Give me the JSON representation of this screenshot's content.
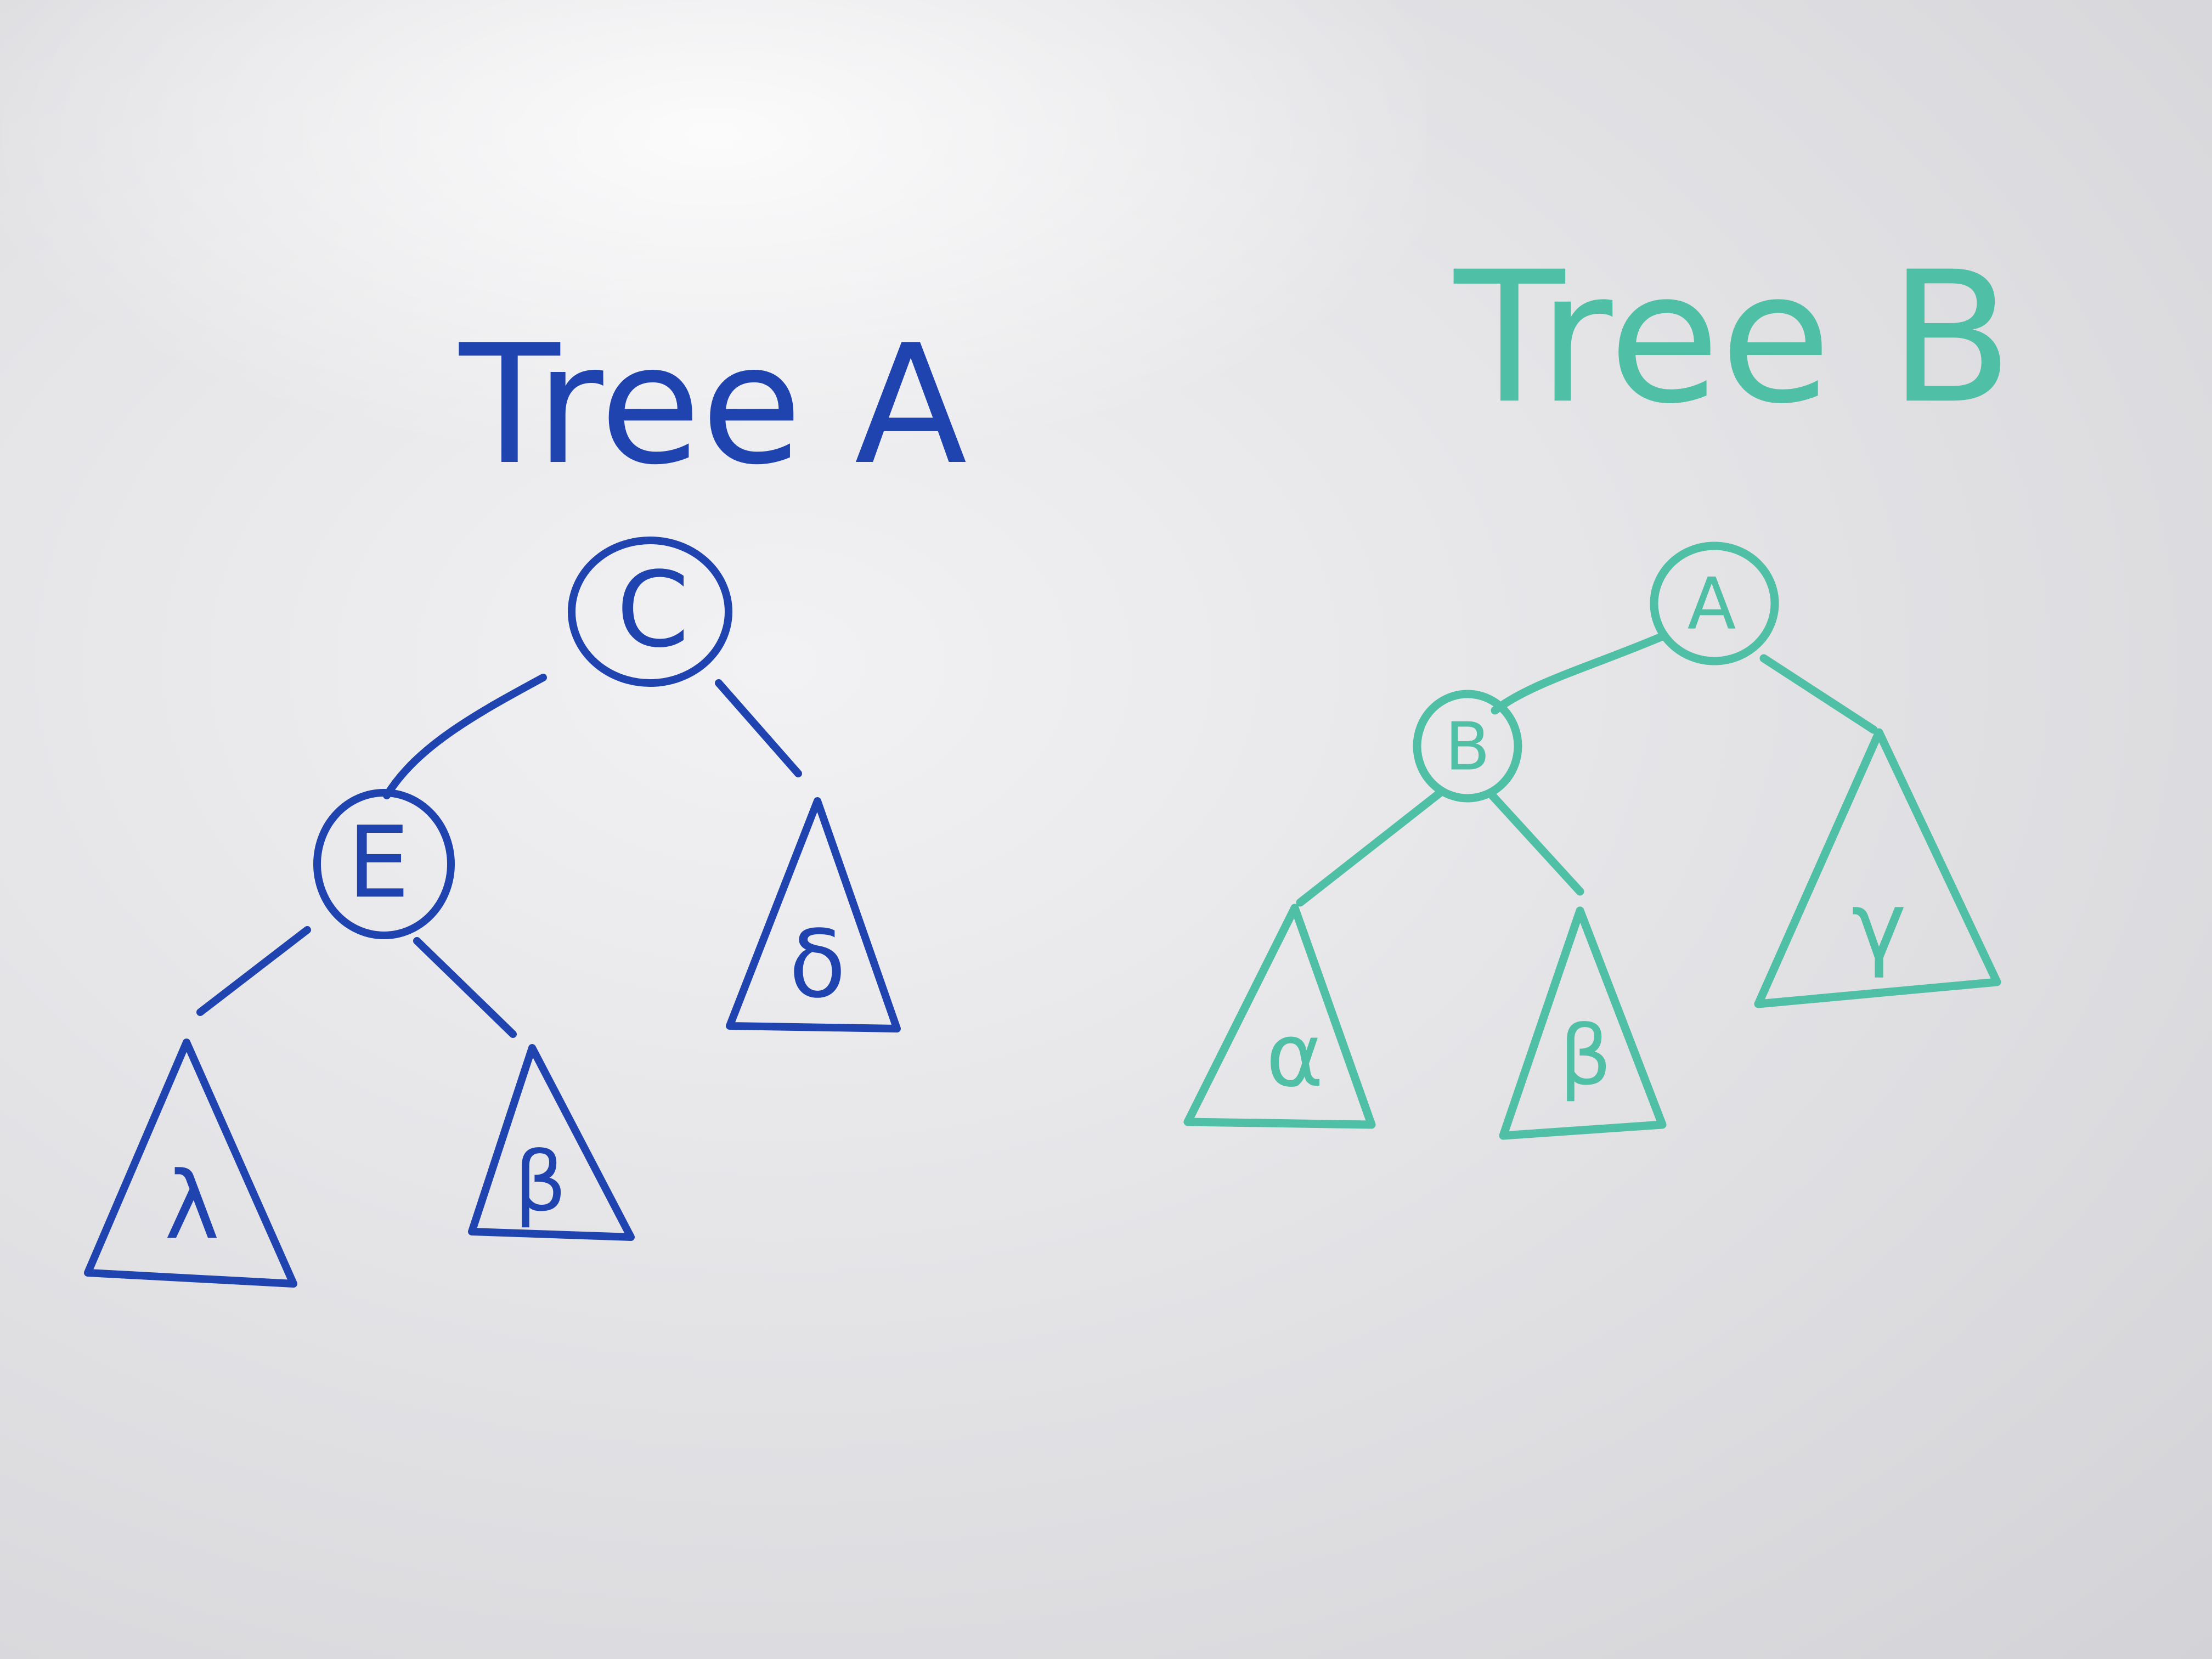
{
  "colors": {
    "tree_a": "#1f44b0",
    "tree_b": "#4fbfa6"
  },
  "tree_a": {
    "title": "Tree A",
    "nodes": {
      "root": "C",
      "left": "E"
    },
    "subtrees": {
      "left_left": "λ",
      "left_right": "β",
      "right": "δ"
    }
  },
  "tree_b": {
    "title": "Tree B",
    "nodes": {
      "root": "A",
      "left": "B"
    },
    "subtrees": {
      "left_left": "α",
      "left_right": "β",
      "right": "γ"
    }
  }
}
